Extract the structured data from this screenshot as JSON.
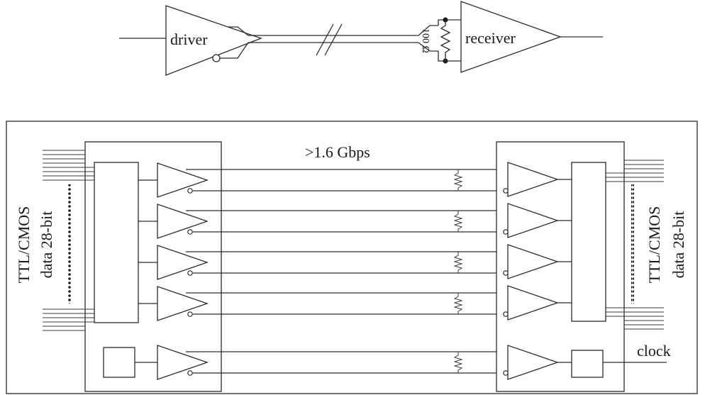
{
  "top": {
    "driver_label": "driver",
    "receiver_label": "receiver",
    "resistor_label": "100 Ω"
  },
  "bottom": {
    "speed_label": ">1.6 Gbps",
    "left_side": {
      "line1": "TTL/CMOS",
      "line2": "data 28-bit"
    },
    "right_side": {
      "line1": "TTL/CMOS",
      "line2": "data 28-bit"
    },
    "clock_label": "clock"
  }
}
